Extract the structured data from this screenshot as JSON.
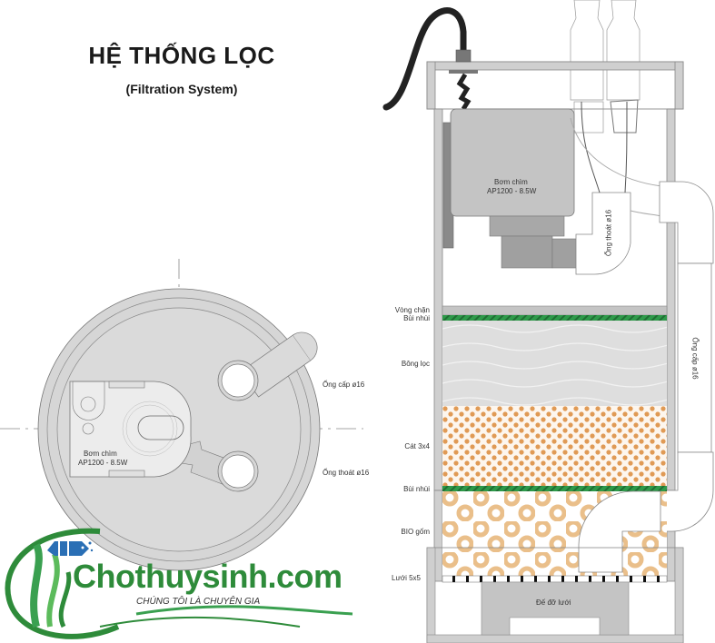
{
  "header": {
    "title": "HỆ THỐNG LỌC",
    "subtitle": "(Filtration System)"
  },
  "top_view": {
    "pump_label_line1": "Bơm chìm",
    "pump_label_line2": "AP1200 - 8.5W",
    "inlet_pipe_label": "Ống cấp ø16",
    "outlet_pipe_label": "Ống thoát ø16"
  },
  "section_view": {
    "pump_label_line1": "Bơm chìm",
    "pump_label_line2": "AP1200 - 8.5W",
    "outlet_pipe_label": "Ống thoát ø16",
    "inlet_pipe_label": "Ống cấp ø16",
    "layers": [
      {
        "label_line1": "Vòng chặn",
        "label_line2": "Bùi nhùi"
      },
      {
        "label_line1": "Bông lọc"
      },
      {
        "label_line1": "Cát 3x4"
      },
      {
        "label_line1": "Bùi nhùi"
      },
      {
        "label_line1": "BIO gốm"
      },
      {
        "label_line1": "Lưới 5x5"
      }
    ],
    "base_label": "Đế đỡ lưới"
  },
  "logo": {
    "brand": "Chothuysinh.com",
    "slogan": "CHÚNG TÔI LÀ CHUYÊN GIA"
  },
  "colors": {
    "wall_gray": "#c8c8c8",
    "pump_gray": "#c4c4c4",
    "sponge_green": "#2e9a4a",
    "sand_orange": "#e09a55",
    "bio_orange": "#eabf8a",
    "logo_green": "#2e8b3a",
    "logo_blue": "#2a6fb5"
  }
}
